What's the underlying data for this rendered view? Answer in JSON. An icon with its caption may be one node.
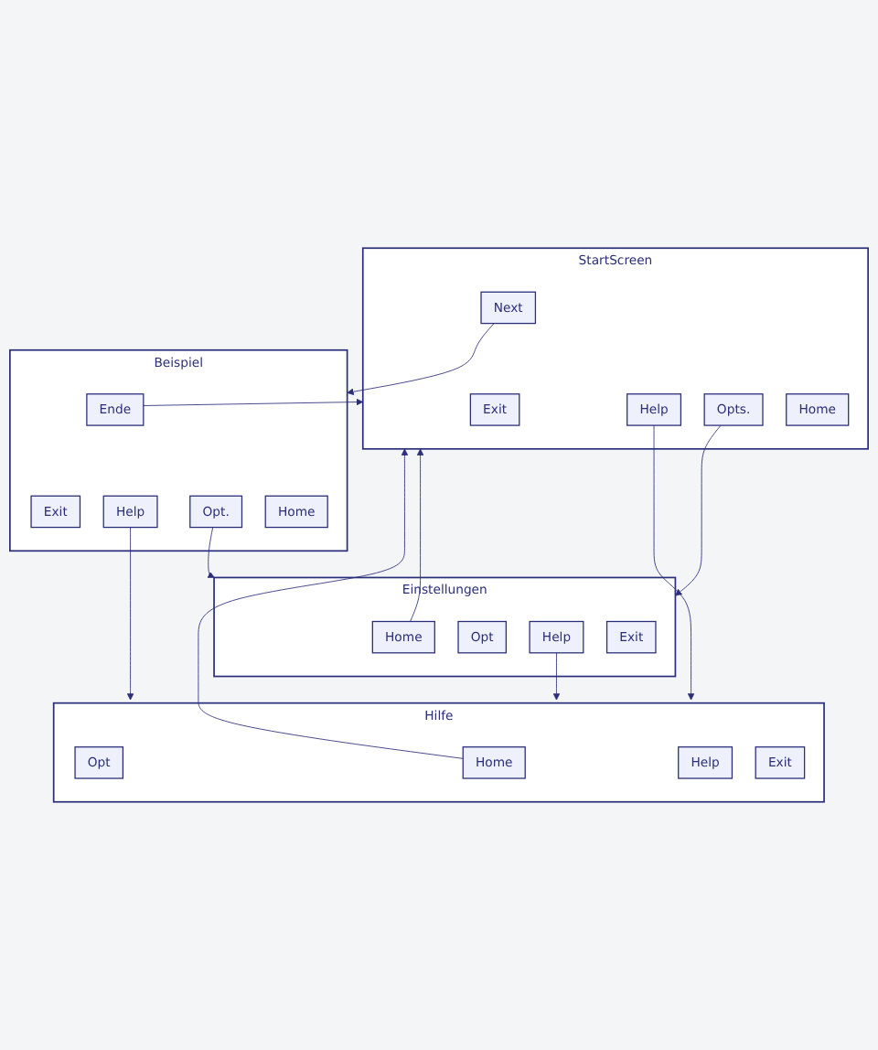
{
  "diagram": {
    "nodes": [
      {
        "text": [
          "StartScreen"
        ]
      },
      {
        "text": [
          "Next"
        ],
        "in": 0
      },
      {
        "text": [
          "Home"
        ],
        "in": 0
      },
      {
        "text": [
          "Opts."
        ],
        "in": 0
      },
      {
        "text": [
          "Help"
        ],
        "in": 0
      },
      {
        "text": [
          "Exit"
        ],
        "in": 0
      },
      {
        "text": [
          "Beispiel"
        ]
      },
      {
        "text": [
          "Ende"
        ],
        "in": 6
      },
      {
        "text": [
          "Home"
        ],
        "in": 6
      },
      {
        "text": [
          "Opt."
        ],
        "in": 6
      },
      {
        "text": [
          "Help"
        ],
        "in": 6
      },
      {
        "text": [
          "Exit"
        ],
        "in": 6
      },
      {
        "text": [
          "Einstellungen"
        ]
      },
      {
        "text": [
          "Home"
        ],
        "in": 12
      },
      {
        "text": [
          "Opt"
        ],
        "in": 12
      },
      {
        "text": [
          "Help"
        ],
        "in": 12
      },
      {
        "text": [
          "Exit"
        ],
        "in": 12
      },
      {
        "text": [
          "Hilfe"
        ]
      },
      {
        "text": [
          "Home"
        ],
        "in": 17
      },
      {
        "text": [
          "Opt"
        ],
        "in": 17
      },
      {
        "text": [
          "Help"
        ],
        "in": 17
      },
      {
        "text": [
          "Exit"
        ],
        "in": 17
      }
    ],
    "edges": [
      {
        "from": 1,
        "to": 6,
        "arrow": "to"
      },
      {
        "from": 7,
        "to": 0,
        "arrow": "to"
      },
      {
        "from": 3,
        "to": 12,
        "arrow": "to"
      },
      {
        "from": 4,
        "to": 17,
        "arrow": "to"
      },
      {
        "from": 9,
        "to": 12,
        "arrow": "to"
      },
      {
        "from": 10,
        "to": 17,
        "arrow": "to"
      },
      {
        "from": 13,
        "to": 0,
        "arrow": "to"
      },
      {
        "from": 15,
        "to": 17,
        "arrow": "to"
      },
      {
        "from": 18,
        "to": 0,
        "arrow": "to"
      }
    ]
  }
}
